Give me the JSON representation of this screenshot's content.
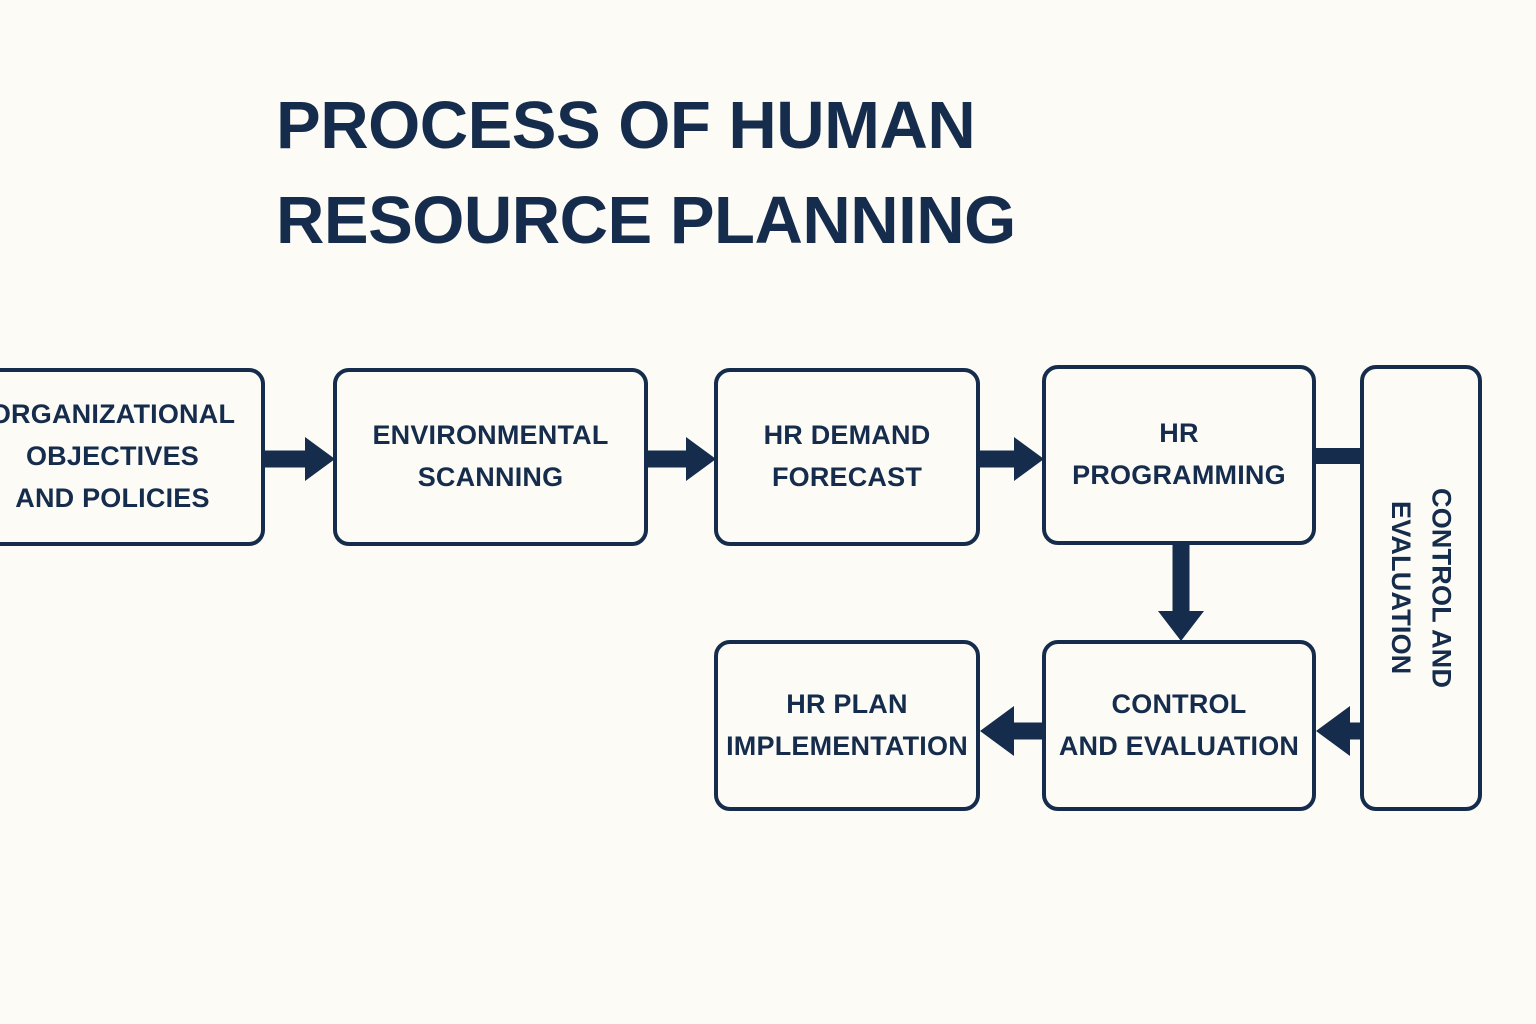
{
  "page": {
    "title": "PROCESS OF HUMAN\nRESOURCE PLANNING",
    "background_color": "#FCFBF5",
    "accent_color": "#152C4C"
  },
  "diagram": {
    "nodes": [
      {
        "id": "objectives",
        "label": "ORGANIZATIONAL\nOBJECTIVES\nAND POLICIES",
        "orientation": "horizontal",
        "clipped_left": true
      },
      {
        "id": "scanning",
        "label": "ENVIRONMENTAL\nSCANNING",
        "orientation": "horizontal"
      },
      {
        "id": "demand",
        "label": "HR DEMAND\nFORECAST",
        "orientation": "horizontal"
      },
      {
        "id": "programming",
        "label": "HR\nPROGRAMMING",
        "orientation": "horizontal"
      },
      {
        "id": "control-side",
        "label": "CONTROL AND\nEVALUATION",
        "orientation": "vertical"
      },
      {
        "id": "control-bottom",
        "label": "CONTROL\nAND EVALUATION",
        "orientation": "horizontal"
      },
      {
        "id": "implementation",
        "label": "HR PLAN\nIMPLEMENTATION",
        "orientation": "horizontal"
      }
    ],
    "connections": [
      {
        "id": "obj-scan",
        "from": "objectives",
        "to": "scanning",
        "direction": "right",
        "arrowhead": true
      },
      {
        "id": "scan-dem",
        "from": "scanning",
        "to": "demand",
        "direction": "right",
        "arrowhead": true
      },
      {
        "id": "dem-prog",
        "from": "demand",
        "to": "programming",
        "direction": "right",
        "arrowhead": true
      },
      {
        "id": "prog-side",
        "from": "programming",
        "to": "control-side",
        "direction": "right",
        "arrowhead": false
      },
      {
        "id": "prog-down",
        "from": "programming",
        "to": "control-bottom",
        "direction": "down",
        "arrowhead": true
      },
      {
        "id": "side-ctrl",
        "from": "control-side",
        "to": "control-bottom",
        "direction": "left",
        "arrowhead": true
      },
      {
        "id": "ctrl-impl",
        "from": "control-bottom",
        "to": "implementation",
        "direction": "left",
        "arrowhead": true
      }
    ]
  }
}
